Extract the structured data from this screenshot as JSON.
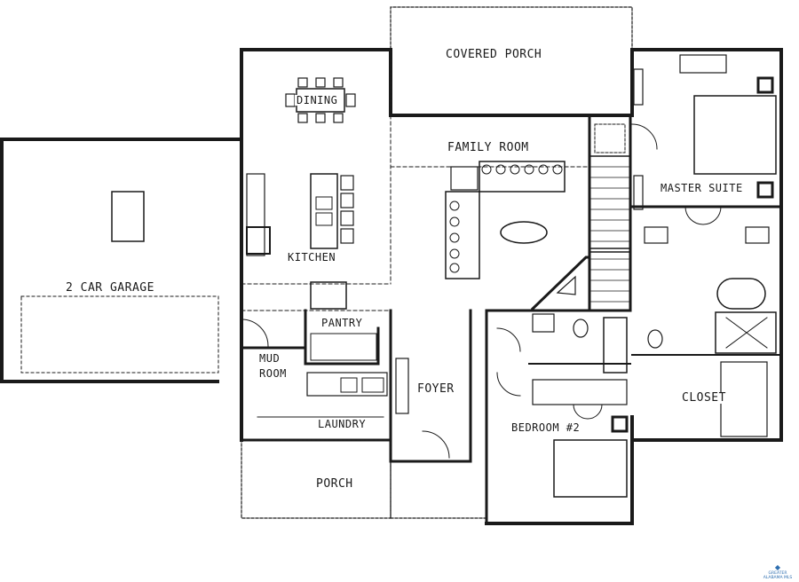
{
  "rooms": {
    "covered_porch": "COVERED PORCH",
    "dining": "DINING",
    "family_room": "FAMILY ROOM",
    "master_suite": "MASTER SUITE",
    "kitchen": "KITCHEN",
    "garage": "2 CAR GARAGE",
    "pantry": "PANTRY",
    "mud_room_line1": "MUD",
    "mud_room_line2": "ROOM",
    "foyer": "FOYER",
    "closet": "CLOSET",
    "laundry": "LAUNDRY",
    "bedroom2": "BEDROOM #2",
    "porch": "PORCH"
  },
  "watermark": "GREATER ALABAMA MLS",
  "colors": {
    "wall": "#1a1a1a",
    "line": "#333333",
    "logo": "#2f6fb0"
  }
}
